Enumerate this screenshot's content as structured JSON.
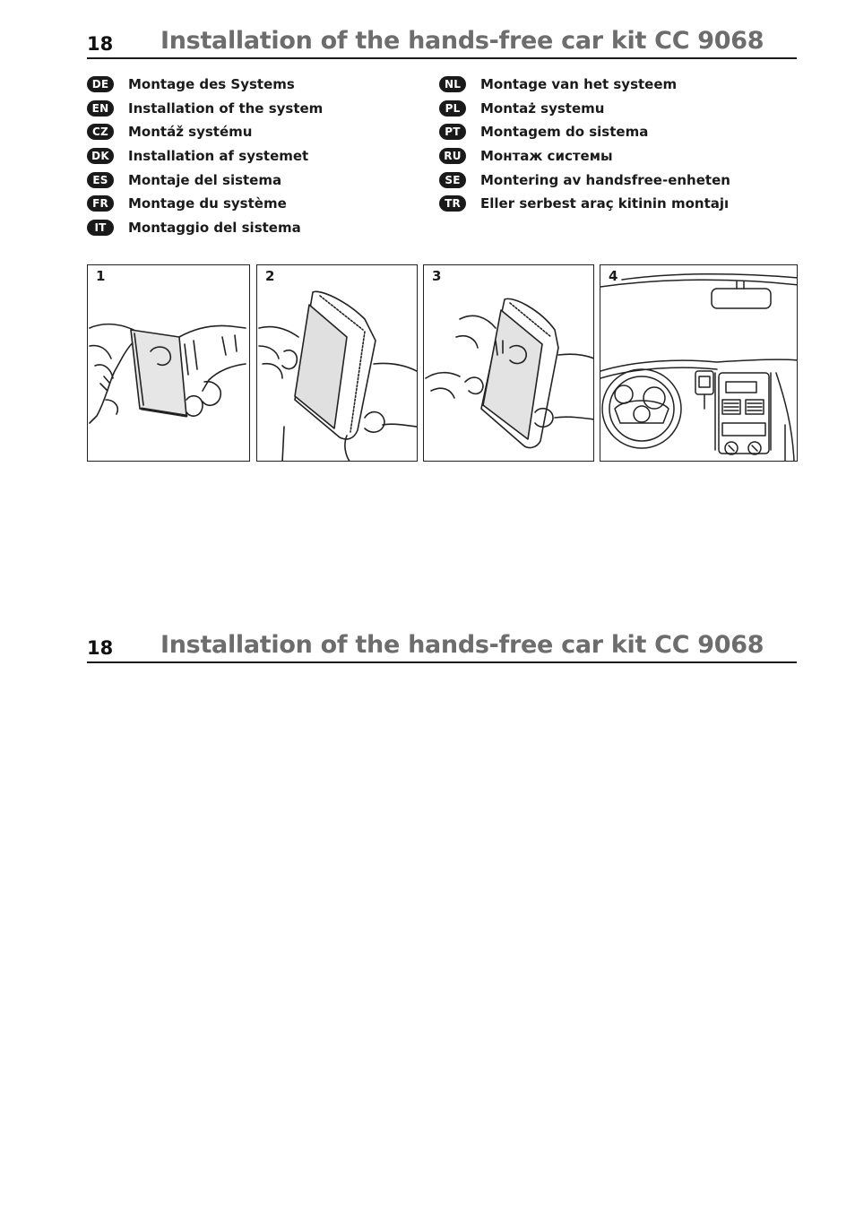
{
  "header": {
    "page_number": "18",
    "title": "Installation of the hands-free car kit CC 9068"
  },
  "header_repeat": {
    "page_number": "18",
    "title": "Installation of the hands-free car kit CC 9068"
  },
  "languages_left": [
    {
      "code": "DE",
      "text": "Montage des Systems"
    },
    {
      "code": "EN",
      "text": "Installation of the system"
    },
    {
      "code": "CZ",
      "text": "Montáž systému"
    },
    {
      "code": "DK",
      "text": "Installation af systemet"
    },
    {
      "code": "ES",
      "text": "Montaje del sistema"
    },
    {
      "code": "FR",
      "text": "Montage du système"
    },
    {
      "code": "IT",
      "text": "Montaggio del sistema"
    }
  ],
  "languages_right": [
    {
      "code": "NL",
      "text": "Montage van het systeem"
    },
    {
      "code": "PL",
      "text": "Montaż systemu"
    },
    {
      "code": "PT",
      "text": "Montagem do sistema"
    },
    {
      "code": "RU",
      "text": "Монтаж системы"
    },
    {
      "code": "SE",
      "text": "Montering av handsfree-enheten"
    },
    {
      "code": "TR",
      "text": "Eller serbest araç kitinin montajı"
    }
  ],
  "steps": [
    {
      "number": "1"
    },
    {
      "number": "2"
    },
    {
      "number": "3"
    },
    {
      "number": "4"
    }
  ]
}
